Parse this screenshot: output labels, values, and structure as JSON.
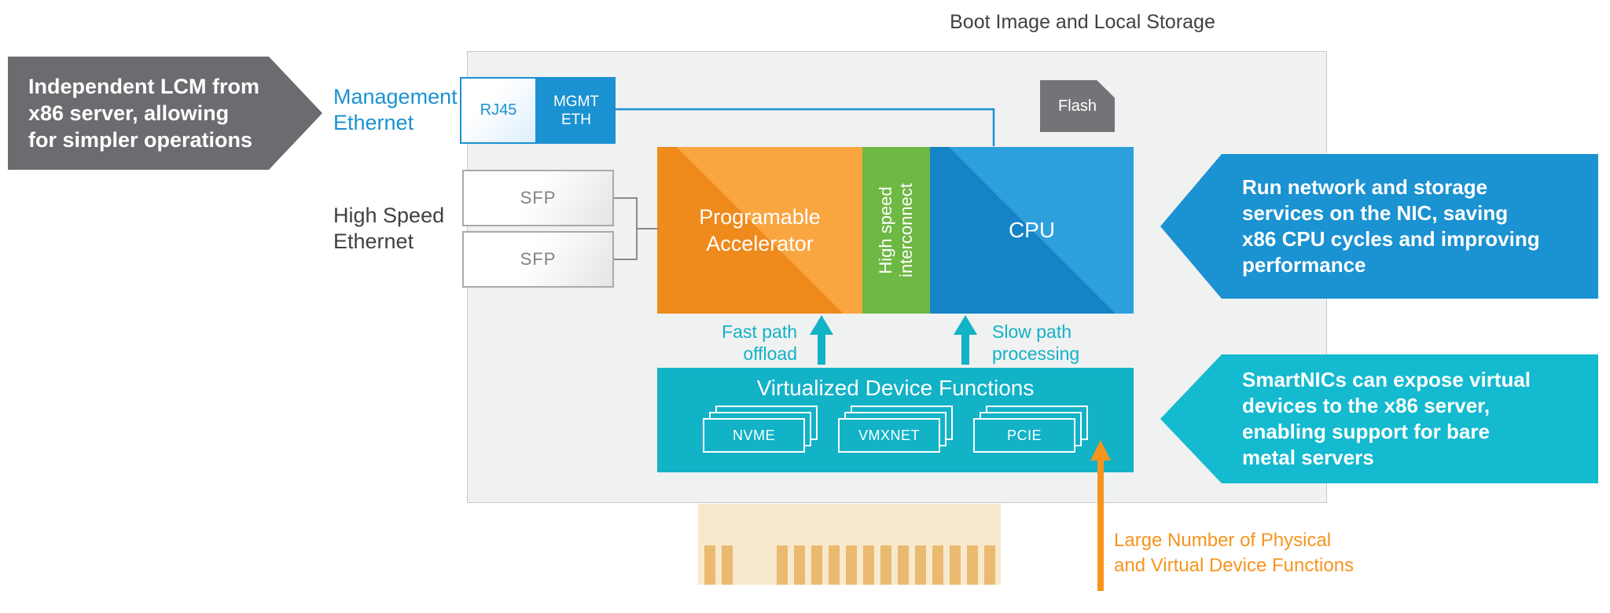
{
  "title": "Boot Image and Local Storage",
  "labels": {
    "management_ethernet": "Management\nEthernet",
    "high_speed_ethernet": "High Speed\nEthernet",
    "fast_path": "Fast path\noffload",
    "slow_path": "Slow path\nprocessing",
    "device_functions": "Large Number of Physical\nand Virtual Device Functions"
  },
  "board": {
    "rj45": "RJ45",
    "mgmt_eth": "MGMT\nETH",
    "flash": "Flash",
    "accelerator": "Programable\nAccelerator",
    "interconnect": "High speed\ninterconnect",
    "cpu": "CPU",
    "sfp_top": "SFP",
    "sfp_bottom": "SFP",
    "vdf_title": "Virtualized Device Functions",
    "vdf_cards": [
      "NVME",
      "VMXNET",
      "PCIE"
    ]
  },
  "callouts": {
    "lcm": "Independent LCM from\nx86 server, allowing\nfor simpler operations",
    "services": "Run network and storage\nservices on the NIC, saving\nx86 CPU cycles and improving\nperformance",
    "smartnic": "SmartNICs can expose virtual\ndevices to the x86 server,\nenabling support for bare\nmetal servers"
  },
  "colors": {
    "blue": "#1b92d1",
    "teal": "#12b2c7",
    "teal_light": "#14bacf",
    "green": "#6eb844",
    "orange_accent": "#f7941e",
    "dark_gray": "#6b6c6f",
    "flash_gray": "#737477",
    "board_bg": "#f0f1f1",
    "board_border": "#c7c8ca",
    "connector_bg": "#f7e9cd",
    "connector_stripe": "#eaba70",
    "text_dark": "#3f4142",
    "sfp_text": "#808285",
    "cpu_dark": "#1583c6",
    "cpu_light": "#2da0dc"
  }
}
